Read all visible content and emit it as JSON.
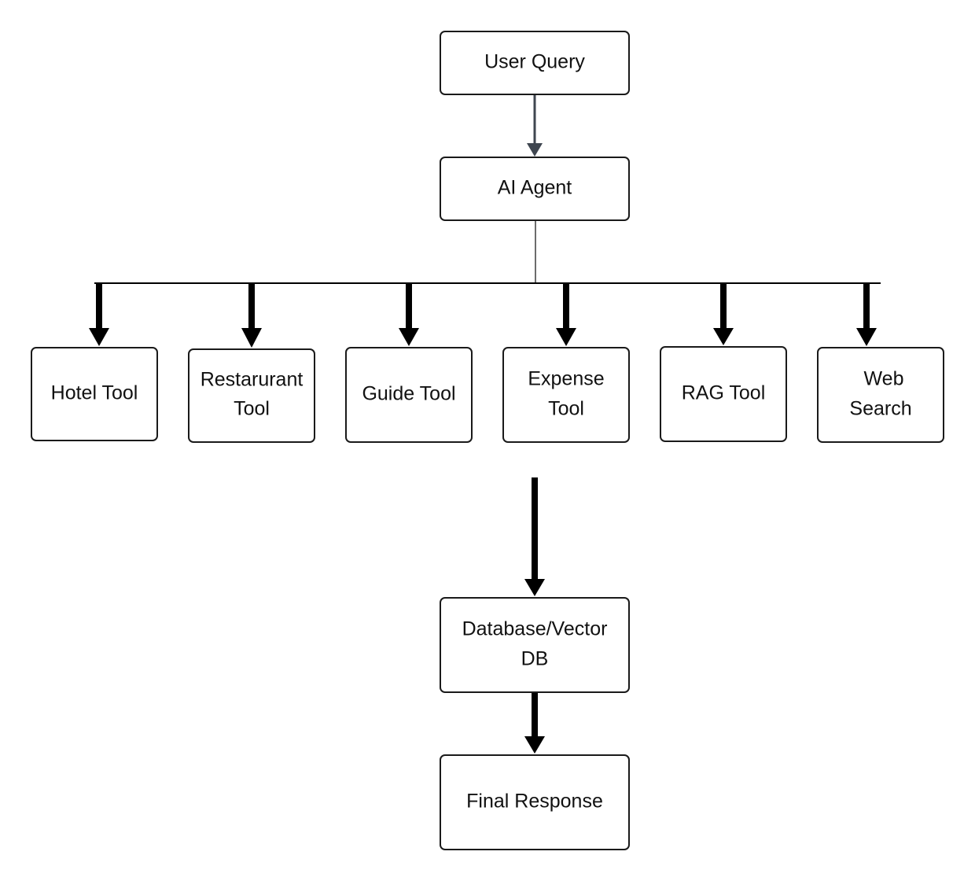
{
  "nodes": {
    "user_query": {
      "lines": [
        "User Query"
      ]
    },
    "ai_agent": {
      "lines": [
        "AI Agent"
      ]
    },
    "hotel_tool": {
      "lines": [
        "Hotel Tool"
      ]
    },
    "restaurant_tool": {
      "lines": [
        "Restarurant",
        "Tool"
      ]
    },
    "guide_tool": {
      "lines": [
        "Guide Tool"
      ]
    },
    "expense_tool": {
      "lines": [
        "Expense",
        "Tool"
      ]
    },
    "rag_tool": {
      "lines": [
        "RAG Tool"
      ]
    },
    "web_search": {
      "lines": [
        "Web",
        "Search"
      ]
    },
    "database": {
      "lines": [
        "Database/Vector",
        "DB"
      ]
    },
    "final_response": {
      "lines": [
        "Final Response"
      ]
    }
  },
  "colors": {
    "box_stroke": "#1a1a1a",
    "thin_arrow": "#3f4650",
    "thick_arrow": "#000000",
    "text": "#111111"
  }
}
